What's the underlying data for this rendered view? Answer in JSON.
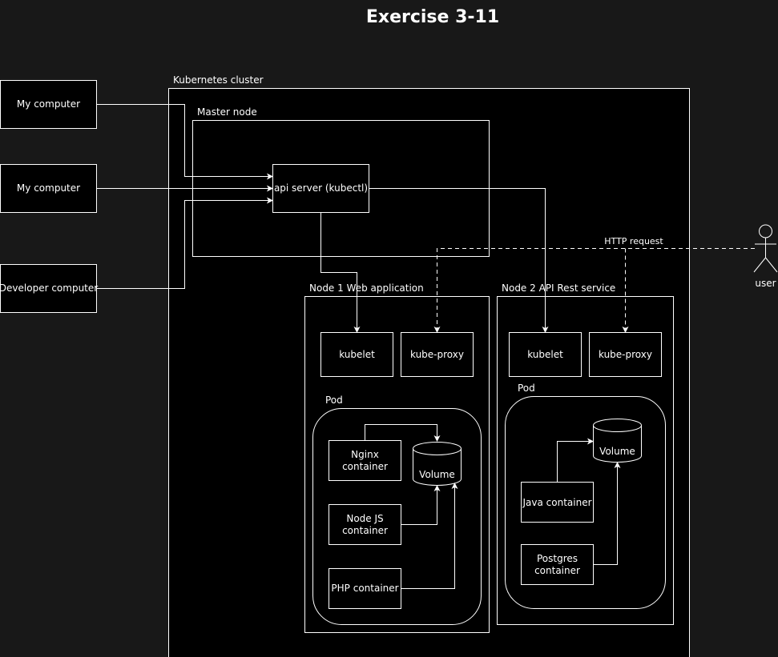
{
  "title": "Exercise 3-11",
  "clients": {
    "my_computer_1": "My computer",
    "my_computer_2": "My computer",
    "developer_computer": "Developer computer"
  },
  "cluster": {
    "label": "Kubernetes cluster",
    "master": {
      "label": "Master node",
      "api_server": "api server (kubectl)"
    },
    "node1": {
      "label": "Node 1 Web application",
      "kubelet": "kubelet",
      "kube_proxy": "kube-proxy",
      "pod_label": "Pod",
      "nginx": [
        "Nginx",
        "container"
      ],
      "nodejs": [
        "Node JS",
        "container"
      ],
      "php": "PHP container",
      "volume": "Volume"
    },
    "node2": {
      "label": "Node 2 API Rest service",
      "kubelet": "kubelet",
      "kube_proxy": "kube-proxy",
      "pod_label": "Pod",
      "java": "Java container",
      "postgres": [
        "Postgres",
        "container"
      ],
      "volume": "Volume"
    }
  },
  "user": {
    "label": "user",
    "request": "HTTP request"
  },
  "colors": {
    "background": "#181818",
    "shape_fill": "#000000",
    "stroke": "#ffffff",
    "text": "#ffffff"
  }
}
